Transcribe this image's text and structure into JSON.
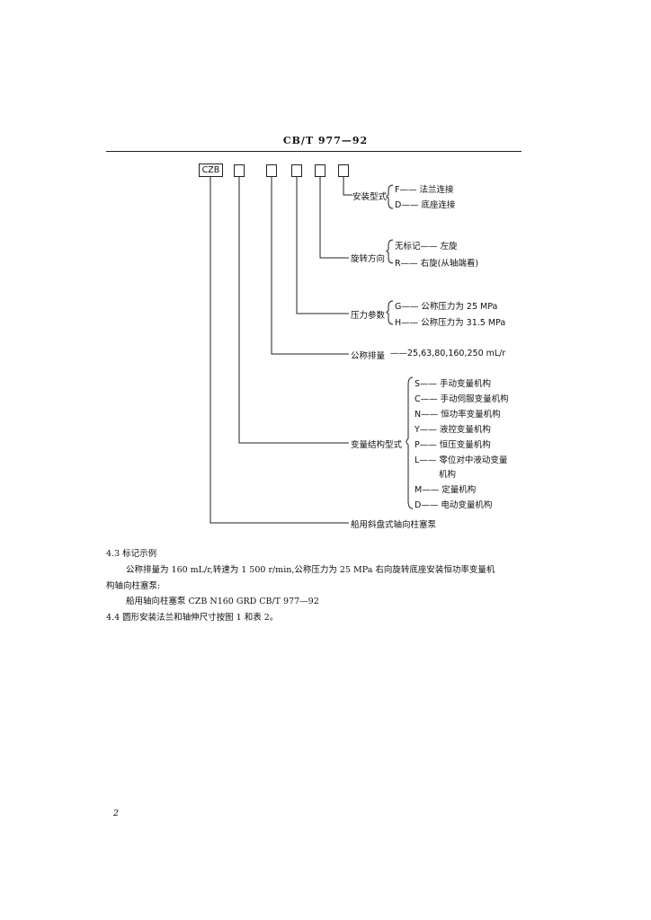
{
  "header": {
    "standard": "CB/T 977—92"
  },
  "diagram": {
    "code_box": "CZB",
    "install": {
      "label": "安装型式",
      "options": [
        "F—— 法兰连接",
        "D—— 底座连接"
      ]
    },
    "rotation": {
      "label": "旋转方向",
      "options": [
        "无标记—— 左旋",
        "R—— 右旋(从轴端看)"
      ]
    },
    "pressure": {
      "label": "压力参数",
      "options": [
        "G—— 公称压力为 25 MPa",
        "H—— 公称压力为 31.5 MPa"
      ]
    },
    "displacement": {
      "label": "公称排量",
      "value": "——25,63,80,160,250 mL/r"
    },
    "variable": {
      "label": "变量结构型式",
      "options": [
        "S—— 手动变量机构",
        "C—— 手动伺服变量机构",
        "N—— 恒功率变量机构",
        "Y—— 液控变量机构",
        "P—— 恒压变量机构",
        "L—— 零位对中液动变量",
        "机构",
        "M—— 定量机构",
        "D—— 电动变量机构"
      ]
    },
    "product": "船用斜盘式轴向柱塞泵"
  },
  "body": {
    "s43_title": "4.3  标记示例",
    "s43_line1": "公称排量为 160 mL/r,转速为 1 500 r/min,公称压力为 25 MPa 右向旋转底座安装恒功率变量机",
    "s43_line2": "构轴向柱塞泵:",
    "s43_example": "船用轴向柱塞泵  CZB N160 GRD  CB/T 977—92",
    "s44": "4.4  圆形安装法兰和轴伸尺寸按图 1 和表 2。"
  },
  "page_number": "2"
}
